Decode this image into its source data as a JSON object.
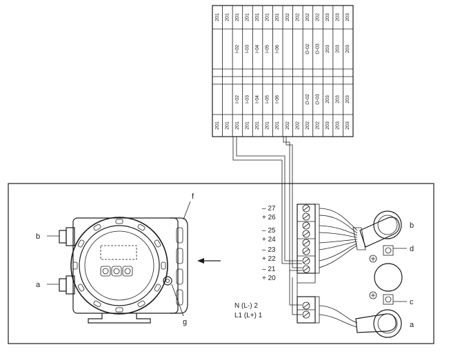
{
  "table": {
    "rows": [
      {
        "top": "201",
        "mid": "",
        "lower": "",
        "bottom": "201"
      },
      {
        "top": "201",
        "mid": "",
        "lower": "",
        "bottom": "201"
      },
      {
        "top": "201",
        "mid": "I-02",
        "lower": "I-02",
        "bottom": "201"
      },
      {
        "top": "201",
        "mid": "I-03",
        "lower": "I-03",
        "bottom": "201"
      },
      {
        "top": "201",
        "mid": "I-04",
        "lower": "I-04",
        "bottom": "201"
      },
      {
        "top": "201",
        "mid": "I-05",
        "lower": "I-05",
        "bottom": "201"
      },
      {
        "top": "201",
        "mid": "I-06",
        "lower": "I-06",
        "bottom": "201"
      },
      {
        "top": "202",
        "mid": "",
        "lower": "",
        "bottom": "202"
      },
      {
        "top": "202",
        "mid": "",
        "lower": "",
        "bottom": "202"
      },
      {
        "top": "202",
        "mid": "O-02",
        "lower": "O-02",
        "bottom": "202"
      },
      {
        "top": "202",
        "mid": "O-03",
        "lower": "O-03",
        "bottom": "202"
      },
      {
        "top": "203",
        "mid": "203",
        "lower": "203",
        "bottom": "203"
      },
      {
        "top": "203",
        "mid": "203",
        "lower": "203",
        "bottom": "203"
      },
      {
        "top": "203",
        "mid": "203",
        "lower": "203",
        "bottom": "203"
      }
    ]
  },
  "terminals": {
    "t27": "– 27",
    "t26": "+ 26",
    "t25": "– 25",
    "t24": "+ 24",
    "t23": "– 23",
    "t22": "+ 22",
    "t21": "– 21",
    "t20": "+ 20",
    "t2": "N (L-)  2",
    "t1": "L1 (L+)  1"
  },
  "callouts": {
    "a_left": "a",
    "b_left": "b",
    "f": "f",
    "g": "g",
    "b_right": "b",
    "d": "d",
    "c": "c",
    "a_right": "a"
  },
  "colors": {
    "line": "#1a1a1a",
    "panel_fill": "#ffffff",
    "grey_fill": "#e6e6e6"
  }
}
